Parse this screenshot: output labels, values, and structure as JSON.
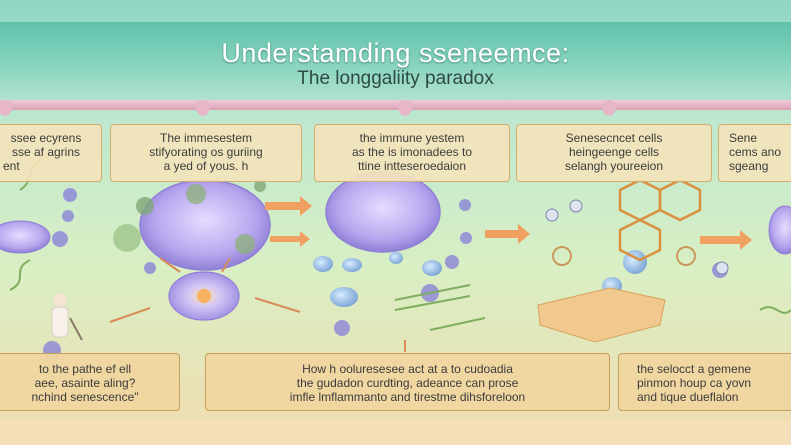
{
  "header": {
    "title": "Understamding sseneemce:",
    "subtitle": "The longgaliity paradox"
  },
  "top_boxes": [
    {
      "lines": [
        "ssee ecyrens",
        "sse af agrins",
        "ent"
      ]
    },
    {
      "lines": [
        "The immesestem",
        "stifyorating os guriing",
        "a yed of yous. h"
      ]
    },
    {
      "lines": [
        "the immune yestem",
        "as the is imonadees to",
        "ttine intteseroedaion"
      ]
    },
    {
      "lines": [
        "Senesecncet cells",
        "heingeenge cells",
        "selangh youreeion"
      ]
    },
    {
      "lines": [
        "Sene",
        "cems ano",
        "sgeang"
      ]
    }
  ],
  "bottom_boxes": [
    {
      "lines": [
        "to the pathe ef ell",
        "aee, asainte aling?",
        "nchind senescence\""
      ]
    },
    {
      "lines": [
        "How h ooluresesee act at a to cudoadia",
        "the gudadon curdting, adeance can prose",
        "imfle lmflammanto and tirestme dihsforeloon"
      ]
    },
    {
      "lines": [
        "the selocct a gemene",
        "pinmon houp ca yovn",
        "and tique dueflalon"
      ]
    }
  ],
  "colors": {
    "banner": "#6cc8b1",
    "box_fill": "#f3e3bb",
    "box_border": "#cfae72",
    "arrow": "#f0a060",
    "cell_purple": "#b7a6ee"
  }
}
